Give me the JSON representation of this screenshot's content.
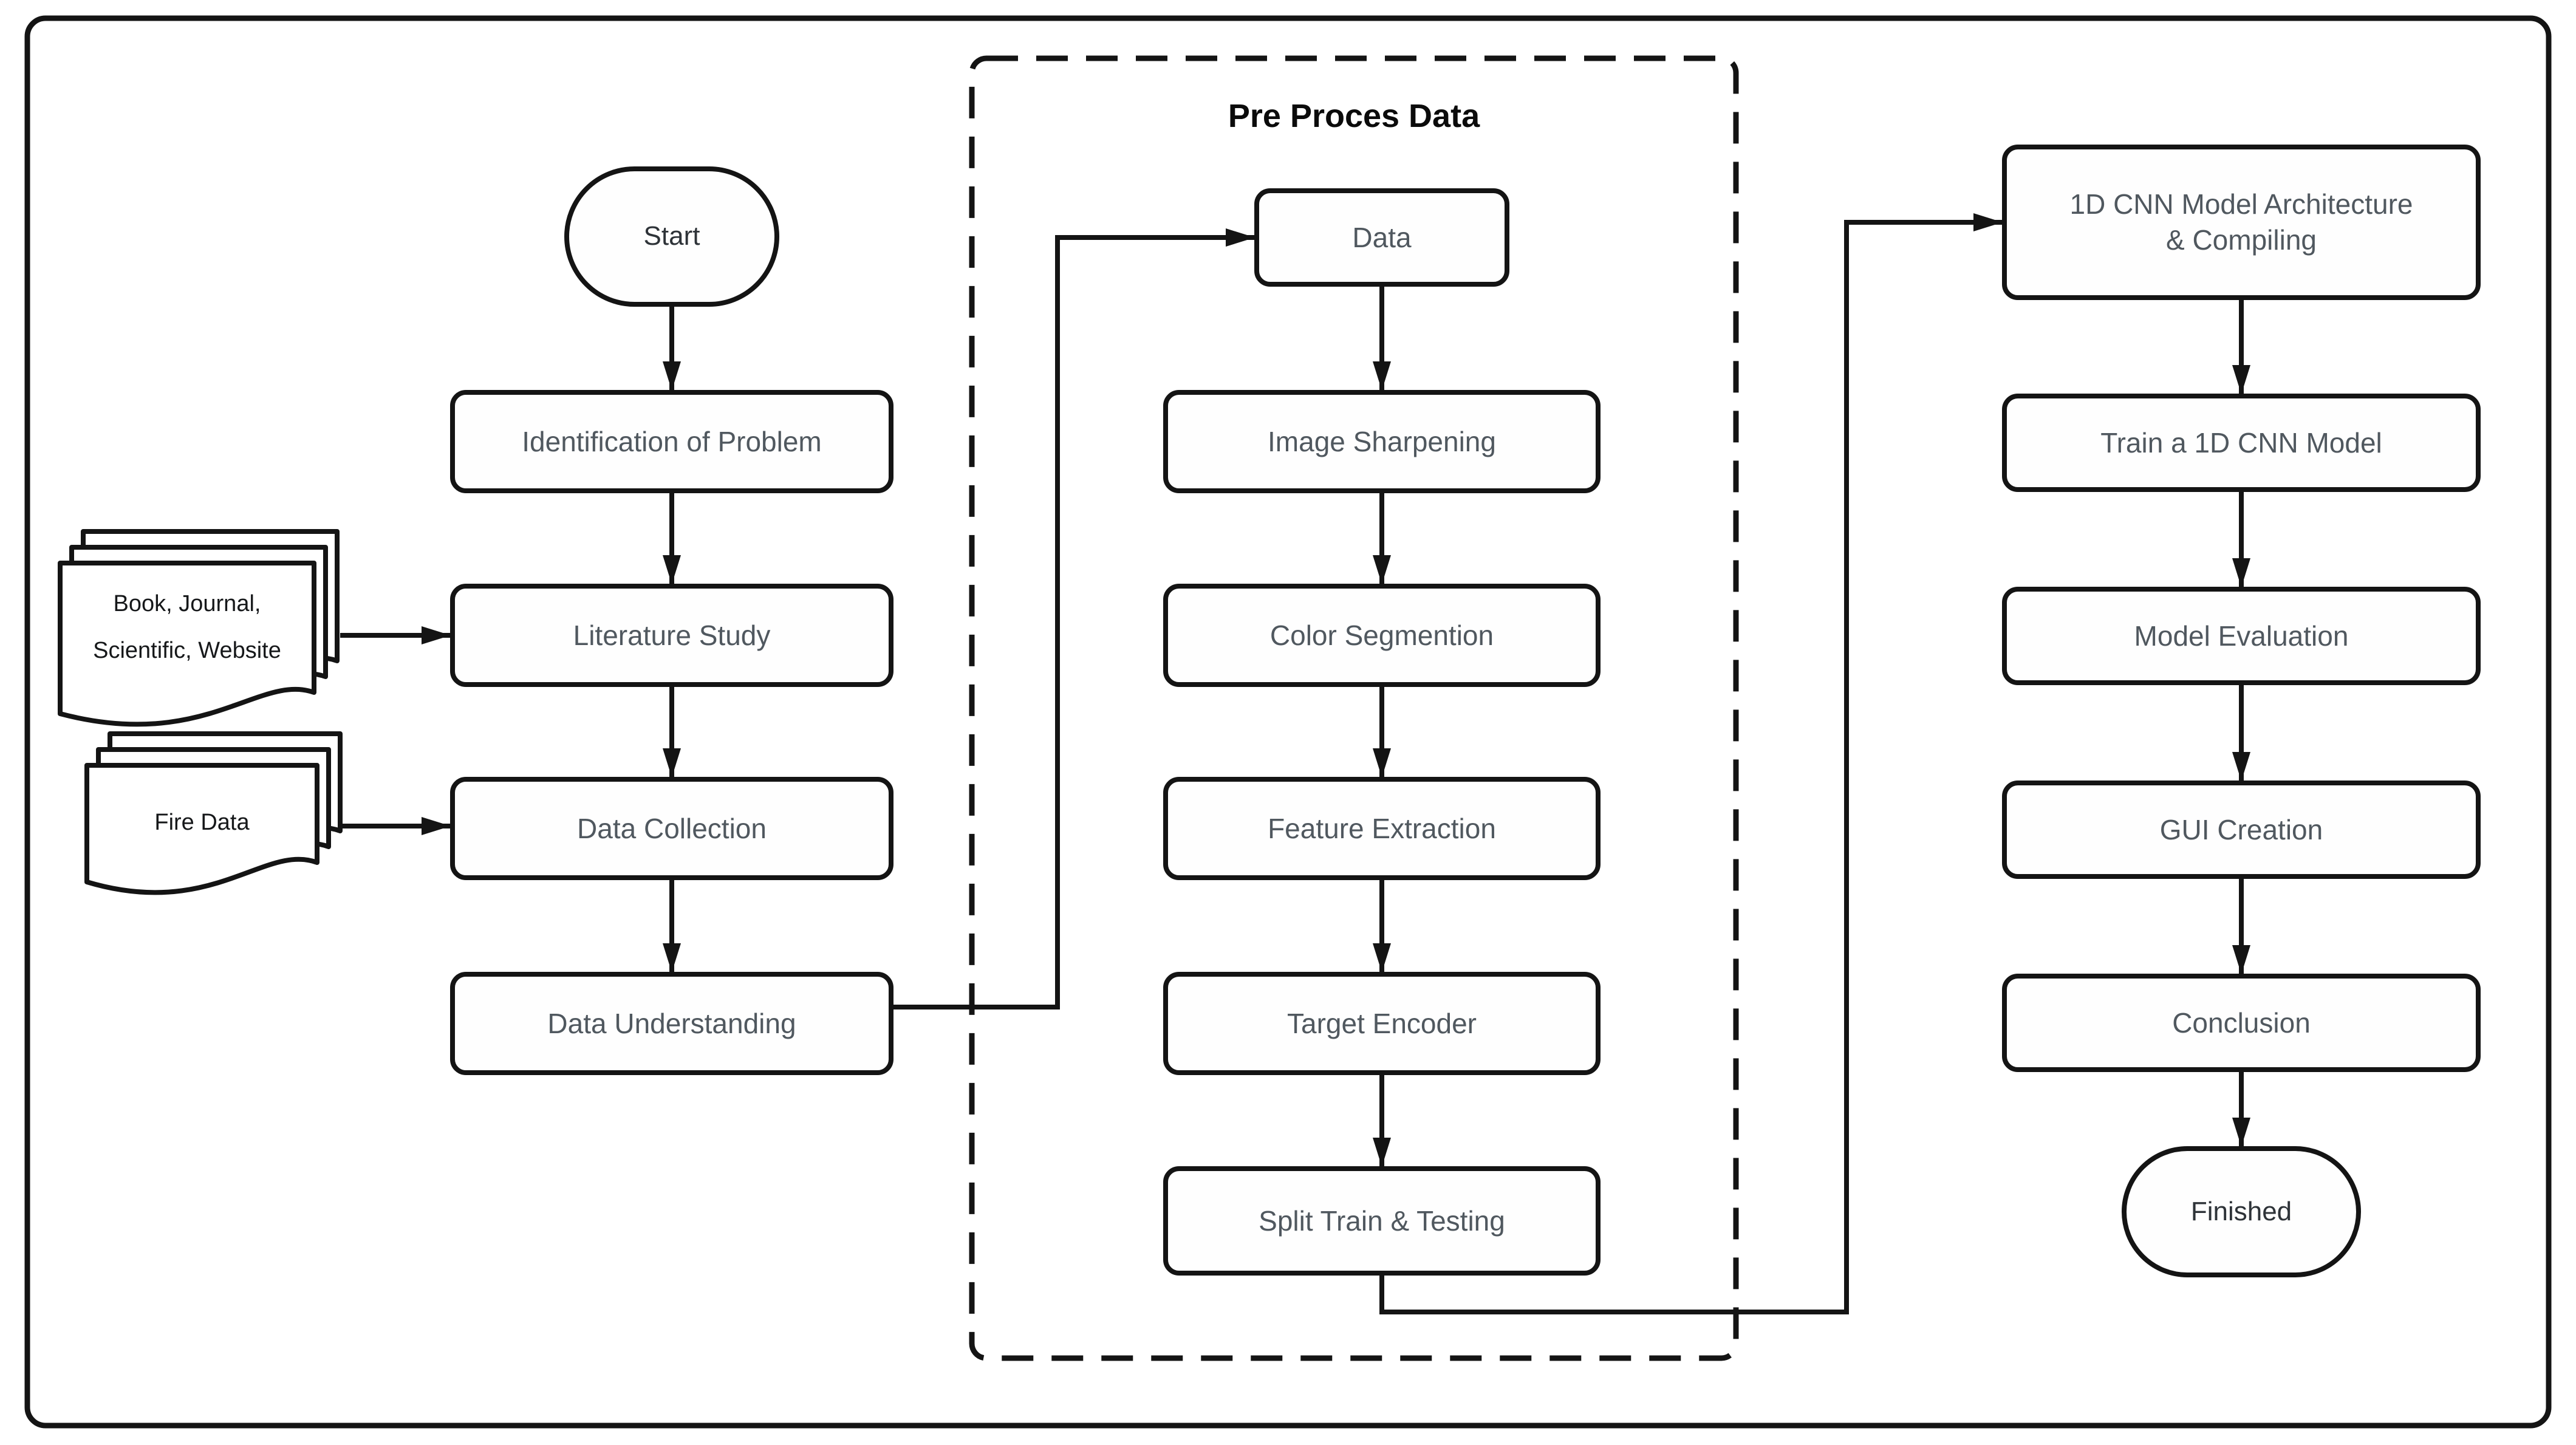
{
  "group": {
    "title": "Pre Proces Data"
  },
  "flow_left": {
    "start": "Start",
    "steps": [
      "Identification of Problem",
      "Literature Study",
      "Data Collection",
      "Data Understanding"
    ]
  },
  "documents": {
    "books": [
      "Book, Journal,",
      "Scientific, Website"
    ],
    "fire": [
      "Fire Data"
    ]
  },
  "flow_middle": {
    "steps": [
      "Data",
      "Image Sharpening",
      "Color Segmention",
      "Feature Extraction",
      "Target Encoder",
      "Split Train & Testing"
    ]
  },
  "flow_right": {
    "steps": [
      [
        "1D CNN Model Architecture",
        "& Compiling"
      ],
      [
        "Train a 1D CNN Model"
      ],
      [
        "Model Evaluation"
      ],
      [
        "GUI Creation"
      ],
      [
        "Conclusion"
      ]
    ],
    "finished": "Finished"
  },
  "colors": {
    "stroke": "#141414",
    "process_label": "#50585f",
    "terminal_label": "#2e3338",
    "document_label": "#16181a",
    "title": "#0b0b0b",
    "background": "#ffffff"
  }
}
